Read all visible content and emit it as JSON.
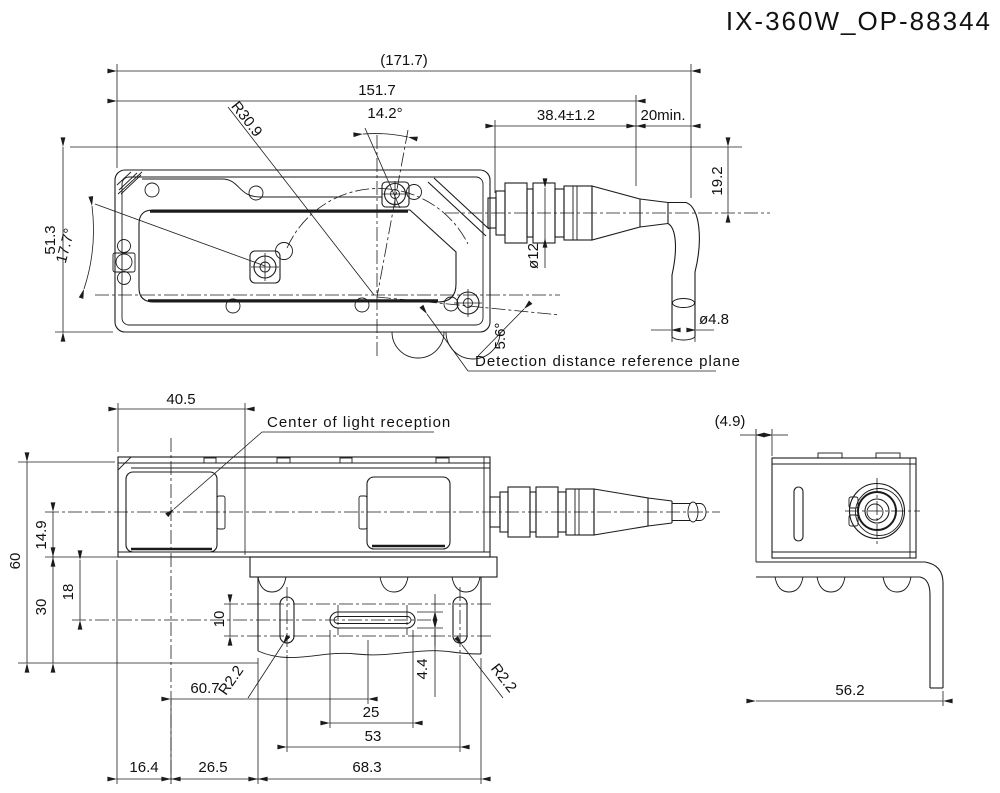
{
  "title": "IX-360W_OP-88344",
  "top_view": {
    "dim_overall_length": "(171.7)",
    "dim_body_length": "151.7",
    "dim_connector_length": "38.4±1.2",
    "dim_cable_bend_min": "20min.",
    "dim_connector_center_height": "19.2",
    "dim_overall_height": "51.3",
    "dim_tilt_angle_left": "17.7°",
    "dim_rotation_radius": "R30.9",
    "dim_swing_angle": "14.2°",
    "dim_connector_dia": "ø12",
    "dim_ref_plane_angle": "5.6°",
    "dim_cable_dia": "ø4.8",
    "label_detection_plane": "Detection distance reference plane"
  },
  "front_view": {
    "dim_lens_offset": "40.5",
    "label_light_center": "Center of light reception",
    "dim_overall_height": "60",
    "dim_center_height": "14.9",
    "dim_slot_center_offset": "18",
    "dim_bracket_height": "30",
    "dim_slot_length": "10",
    "dim_slot_width": "4.4",
    "dim_center_slot_length": "25",
    "dim_slot_span": "53",
    "dim_slot_right_offset": "60.7",
    "dim_slot_radius_left": "R2.2",
    "dim_slot_radius_right": "R2.2",
    "dim_edge_offset": "16.4",
    "dim_center_to_bracket": "26.5",
    "dim_bracket_width": "68.3"
  },
  "side_view": {
    "dim_bracket_offset": "(4.9)",
    "dim_depth": "56.2"
  }
}
